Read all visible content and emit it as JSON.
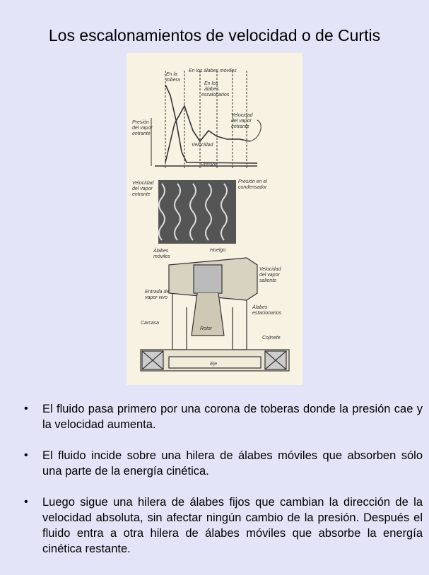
{
  "title": "Los escalonamientos de velocidad o de Curtis",
  "figure": {
    "labels": {
      "en_toberas": "En la\ntobera",
      "en_alabes_moviles": "En los álabes móviles",
      "en_alabes_escalonarios": "En los\nálabes\nescalonarios",
      "presion_vapor_entrante": "Presión\ndel vapor\nentrante",
      "velocidad_vapor_entrante_top": "Velocidad\ndel vapor\nentrante",
      "velocidad": "Velocidad",
      "presion": "Presión",
      "velocidad_vapor_entrante_left": "Velocidad\ndel vapor\nentrante",
      "presion_condensador": "Presión en el\ncondensador",
      "alabes_moviles": "Álabes\nmóviles",
      "huelgo": "Huelgo",
      "entrada_vapor_vivo": "Entrada de\nvapor vivo",
      "velocidad_vapor_saliente": "Velocidad\ndel vapor\nsaliente",
      "alabes_estacionarios": "Álabes\nestacionarios",
      "carcasa": "Carcasa",
      "rotor": "Rotor",
      "cojinete": "Cojinete",
      "eje": "Eje"
    }
  },
  "bullets": [
    "El fluido pasa primero por una corona de toberas donde la presión cae y la velocidad aumenta.",
    "El fluido incide sobre una hilera de álabes móviles que absorben sólo una parte de la energía cinética.",
    "Luego sigue una hilera de álabes fijos que cambian la dirección de la velocidad absoluta, sin afectar ningún cambio de la presión. Después el fluido entra a otra hilera de álabes móviles que absorbe la energía cinética restante."
  ],
  "bullet_glyph": "•"
}
